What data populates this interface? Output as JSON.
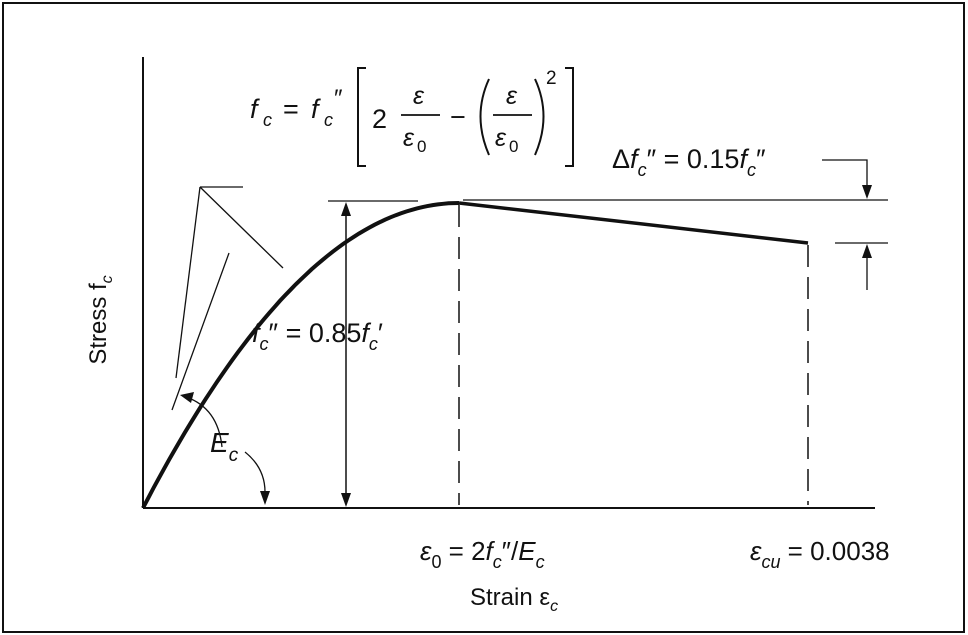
{
  "colors": {
    "ink": "#111111",
    "background": "#ffffff"
  },
  "axes": {
    "ylabel": "Stress f",
    "ylabel_sub": "c",
    "xlabel": "Strain ε",
    "xlabel_sub": "c"
  },
  "curve_formula": {
    "lhs": "f",
    "lhs_sub": "c",
    "eq": "=",
    "f": "f",
    "f_sub": "c",
    "f_prime": "″",
    "two": "2",
    "eps": "ε",
    "eps0": "ε",
    "zero": "0",
    "minus": "−",
    "power": "2"
  },
  "labels": {
    "peak_stress": {
      "f": "f",
      "sub": "c",
      "rest": "″ = 0.85",
      "f2": "f",
      "sub2": "c",
      "prime": "′"
    },
    "delta": {
      "delta": "Δ",
      "f": "f",
      "sub": "c",
      "rest": "″ = 0.15",
      "f2": "f",
      "sub2": "c",
      "prime": "″"
    },
    "modulus": {
      "E": "E",
      "sub": "c"
    },
    "eps0": {
      "eps": "ε",
      "sub": "0",
      "rest": " = 2",
      "f": "f",
      "fsub": "c",
      "rest2": "″/",
      "E": "E",
      "Esub": "c"
    },
    "epscu": {
      "eps": "ε",
      "sub": "cu",
      "rest": " = 0.0038"
    }
  }
}
